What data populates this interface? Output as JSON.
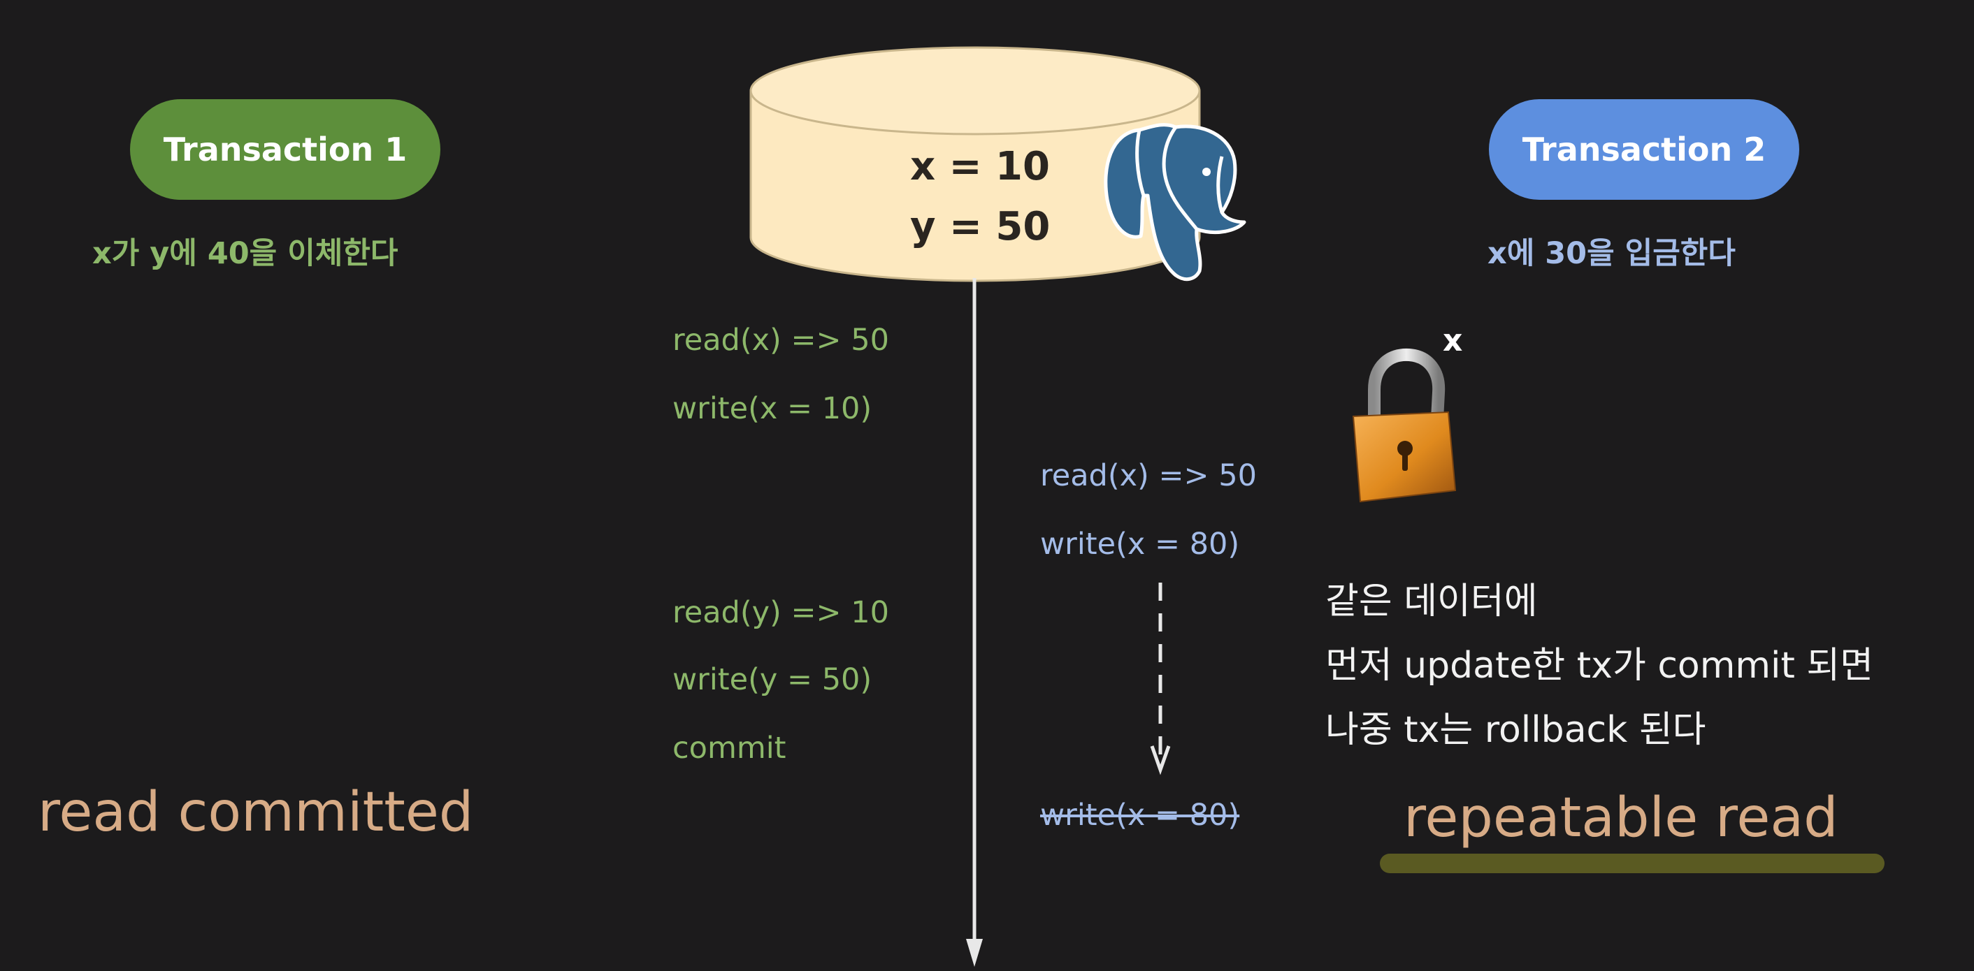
{
  "transactions": [
    {
      "label": "Transaction 1",
      "description": "x가 y에 40을 이체한다",
      "color": "#5d8f3b"
    },
    {
      "label": "Transaction 2",
      "description": "x에 30을 입금한다",
      "color": "#5d8fdf"
    }
  ],
  "database": {
    "x_value": "x = 10",
    "y_value": "y = 50",
    "icon": "postgresql-elephant-icon"
  },
  "timeline": {
    "tx1_operations": [
      "read(x) => 50",
      "write(x = 10)",
      "read(y) => 10",
      "write(y = 50)",
      "commit"
    ],
    "tx2_operations": [
      "read(x) => 50",
      "write(x = 80)"
    ],
    "tx2_rolled_back_operation": "write(x = 80)"
  },
  "lock": {
    "icon": "padlock-icon",
    "label": "x"
  },
  "note_lines": [
    "같은 데이터에",
    "먼저 update한 tx가 commit 되면",
    "나중 tx는 rollback 된다"
  ],
  "isolation_levels": {
    "left": "read committed",
    "right": "repeatable read"
  },
  "colors": {
    "background": "#1c1b1c",
    "tx1_text": "#8db86a",
    "tx2_text": "#a4bce8",
    "db_fill": "#fde9c0",
    "label_orange": "#d7ab86",
    "highlight": "#5a5a22"
  }
}
